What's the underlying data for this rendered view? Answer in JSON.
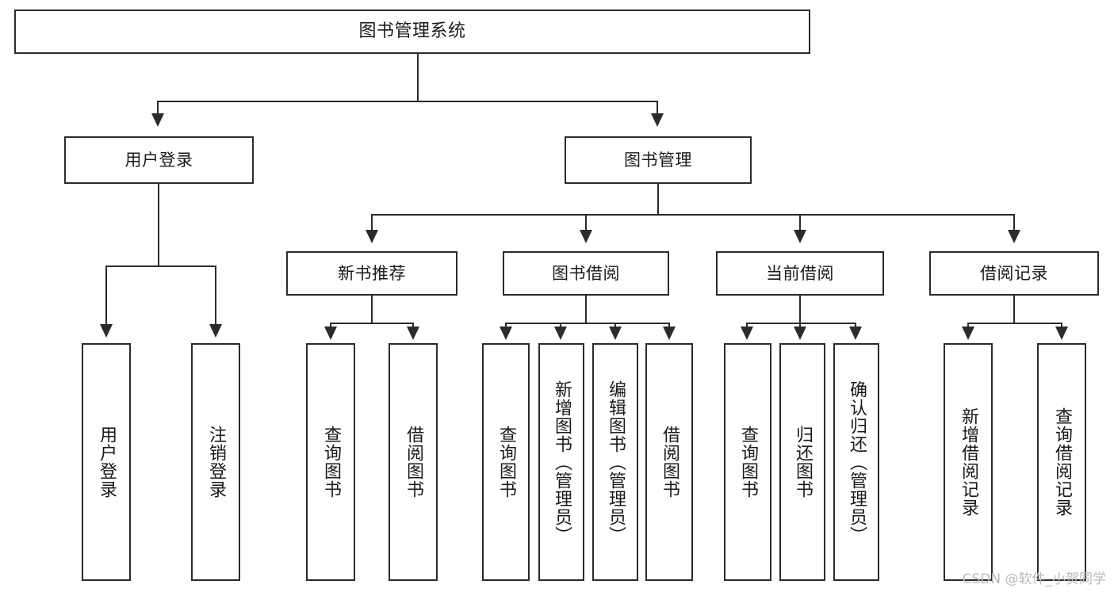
{
  "diagram": {
    "type": "tree-hierarchy",
    "title": "图书管理系统",
    "watermark": "CSDN @软件_小贺同学",
    "colors": {
      "stroke": "#2b2b2b",
      "fill": "#ffffff",
      "text": "#1a1a1a",
      "watermark": "#b9b9b9"
    },
    "nodes": {
      "root": {
        "label": "图书管理系统"
      },
      "level1": [
        {
          "id": "user-login",
          "label": "用户登录"
        },
        {
          "id": "book-manage",
          "label": "图书管理"
        }
      ],
      "level2": [
        {
          "id": "new-book-recommend",
          "label": "新书推荐"
        },
        {
          "id": "book-borrow",
          "label": "图书借阅"
        },
        {
          "id": "current-borrow",
          "label": "当前借阅"
        },
        {
          "id": "borrow-record",
          "label": "借阅记录"
        }
      ],
      "leaves": [
        {
          "id": "leaf-user-login",
          "label": "用户登录",
          "parent": "user-login"
        },
        {
          "id": "leaf-logout",
          "label": "注销登录",
          "parent": "user-login"
        },
        {
          "id": "leaf-query-book-1",
          "label": "查询图书",
          "parent": "new-book-recommend"
        },
        {
          "id": "leaf-borrow-book-1",
          "label": "借阅图书",
          "parent": "new-book-recommend"
        },
        {
          "id": "leaf-query-book-2",
          "label": "查询图书",
          "parent": "book-borrow"
        },
        {
          "id": "leaf-add-book",
          "label": "新增图书（管理员）",
          "parent": "book-borrow"
        },
        {
          "id": "leaf-edit-book",
          "label": "编辑图书（管理员）",
          "parent": "book-borrow"
        },
        {
          "id": "leaf-borrow-book-2",
          "label": "借阅图书",
          "parent": "book-borrow"
        },
        {
          "id": "leaf-query-book-3",
          "label": "查询图书",
          "parent": "current-borrow"
        },
        {
          "id": "leaf-return-book",
          "label": "归还图书",
          "parent": "current-borrow"
        },
        {
          "id": "leaf-confirm-return",
          "label": "确认归还（管理员）",
          "parent": "current-borrow"
        },
        {
          "id": "leaf-add-record",
          "label": "新增借阅记录",
          "parent": "borrow-record"
        },
        {
          "id": "leaf-query-record",
          "label": "查询借阅记录",
          "parent": "borrow-record"
        }
      ]
    }
  }
}
